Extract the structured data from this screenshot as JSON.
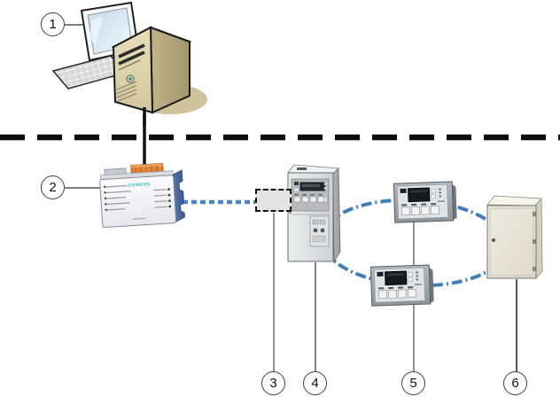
{
  "diagram": {
    "callouts": [
      {
        "label": "1"
      },
      {
        "label": "2"
      },
      {
        "label": "3"
      },
      {
        "label": "4"
      },
      {
        "label": "5"
      },
      {
        "label": "6"
      }
    ],
    "devices": {
      "automation_station": {
        "brand": "SIEMENS"
      }
    },
    "colors": {
      "separator_bus": "#0d0d0d",
      "management_link": "#111111",
      "field_link_blue": "#4a86c6",
      "device_loop_blue": "#3f7dbd",
      "callout_stroke": "#3f3f3f"
    }
  }
}
